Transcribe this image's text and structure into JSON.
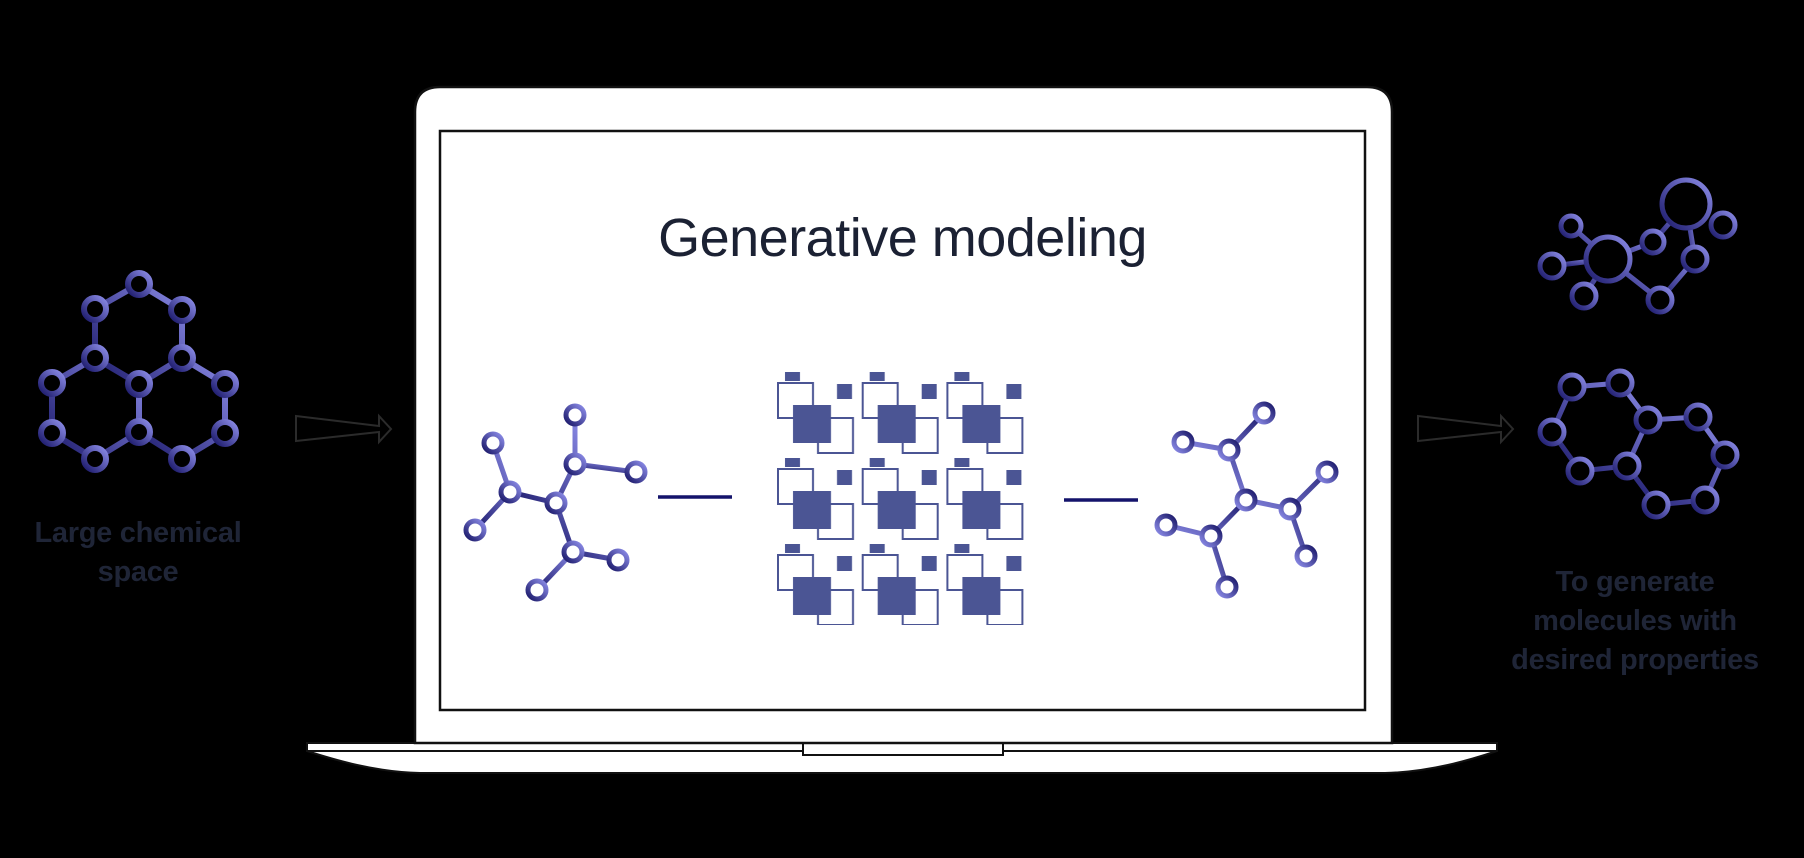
{
  "diagram": {
    "title": "Generative modeling",
    "input": {
      "label_line1": "Large chemical",
      "label_line2": "space",
      "icon": "molecule-hexagon-cluster-icon"
    },
    "output": {
      "label_line1": "To generate",
      "label_line2": "molecules with",
      "label_line3": "desired properties",
      "icons": [
        "molecule-network-icon",
        "molecule-fused-rings-icon"
      ]
    },
    "model": {
      "input_icon": "branched-molecule-icon",
      "core_icon": "neural-grid-pattern-icon",
      "output_icon": "branched-molecule-icon",
      "grid_rows": 3,
      "grid_cols": 3
    },
    "device": "laptop-icon",
    "arrows": [
      "arrow-right-icon",
      "arrow-right-icon"
    ]
  },
  "colors": {
    "background": "#000000",
    "screen": "#ffffff",
    "outline": "#111111",
    "text": "#1f2537",
    "molecule_light": "#8585e2",
    "molecule_dark": "#1c1a6b",
    "grid": "#4b5594",
    "connector": "#14136b"
  }
}
